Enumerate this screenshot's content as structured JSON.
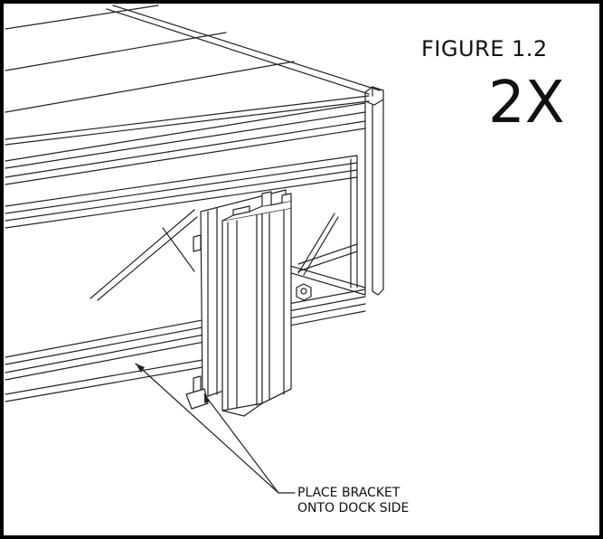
{
  "figure": {
    "label": "FIGURE 1.2",
    "quantity": "2X"
  },
  "callout": {
    "line1": "PLACE BRACKET",
    "line2": "ONTO DOCK SIDE"
  },
  "colors": {
    "line": "#222222",
    "background": "#ffffff",
    "border": "#000000"
  }
}
